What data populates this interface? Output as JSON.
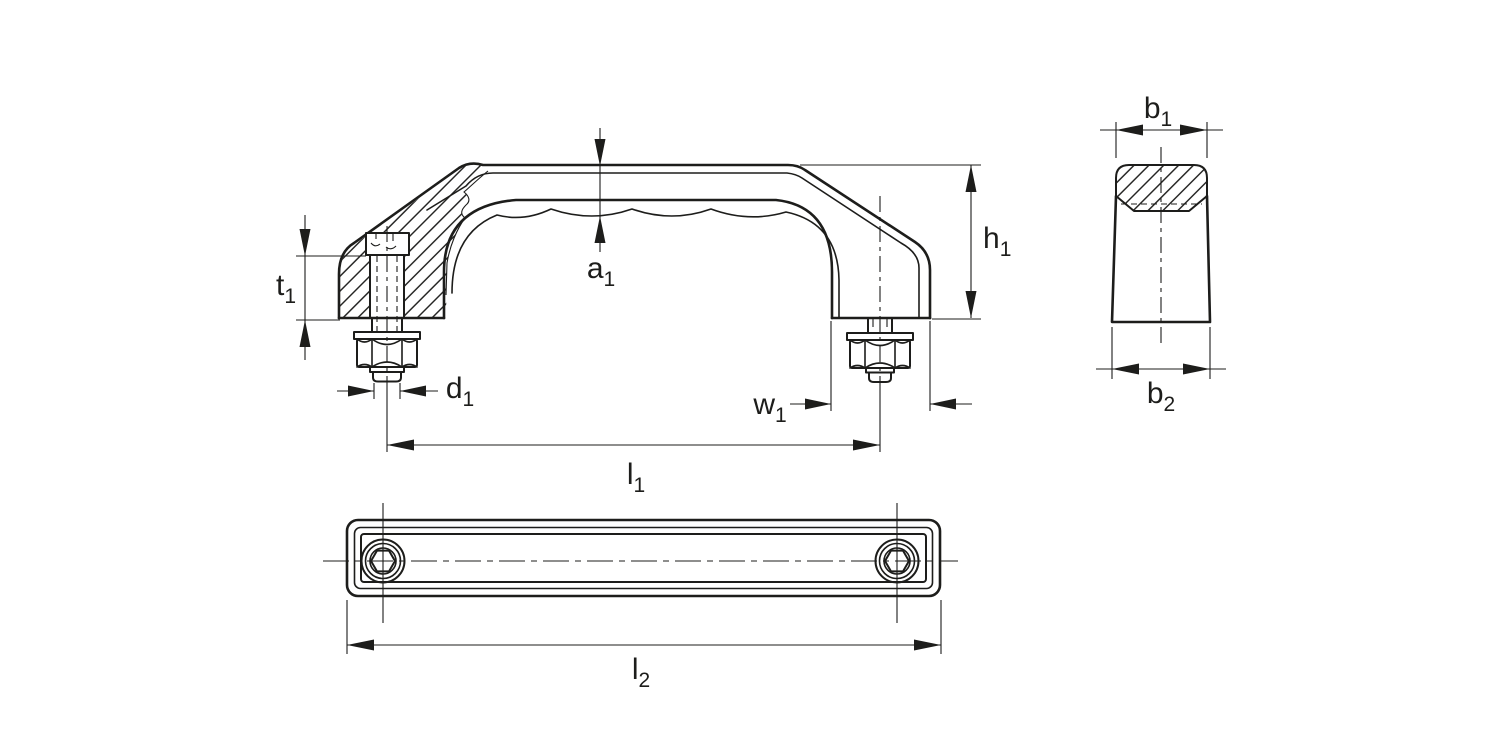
{
  "drawing": {
    "colors": {
      "line": "#1d1d1b",
      "background": "#ffffff"
    },
    "labels": {
      "t1": {
        "base": "t",
        "sub": "1"
      },
      "a1": {
        "base": "a",
        "sub": "1"
      },
      "d1": {
        "base": "d",
        "sub": "1"
      },
      "w1": {
        "base": "w",
        "sub": "1"
      },
      "l1": {
        "base": "l",
        "sub": "1"
      },
      "h1": {
        "base": "h",
        "sub": "1"
      },
      "b1": {
        "base": "b",
        "sub": "1"
      },
      "b2": {
        "base": "b",
        "sub": "2"
      },
      "l2": {
        "base": "l",
        "sub": "2"
      }
    }
  }
}
